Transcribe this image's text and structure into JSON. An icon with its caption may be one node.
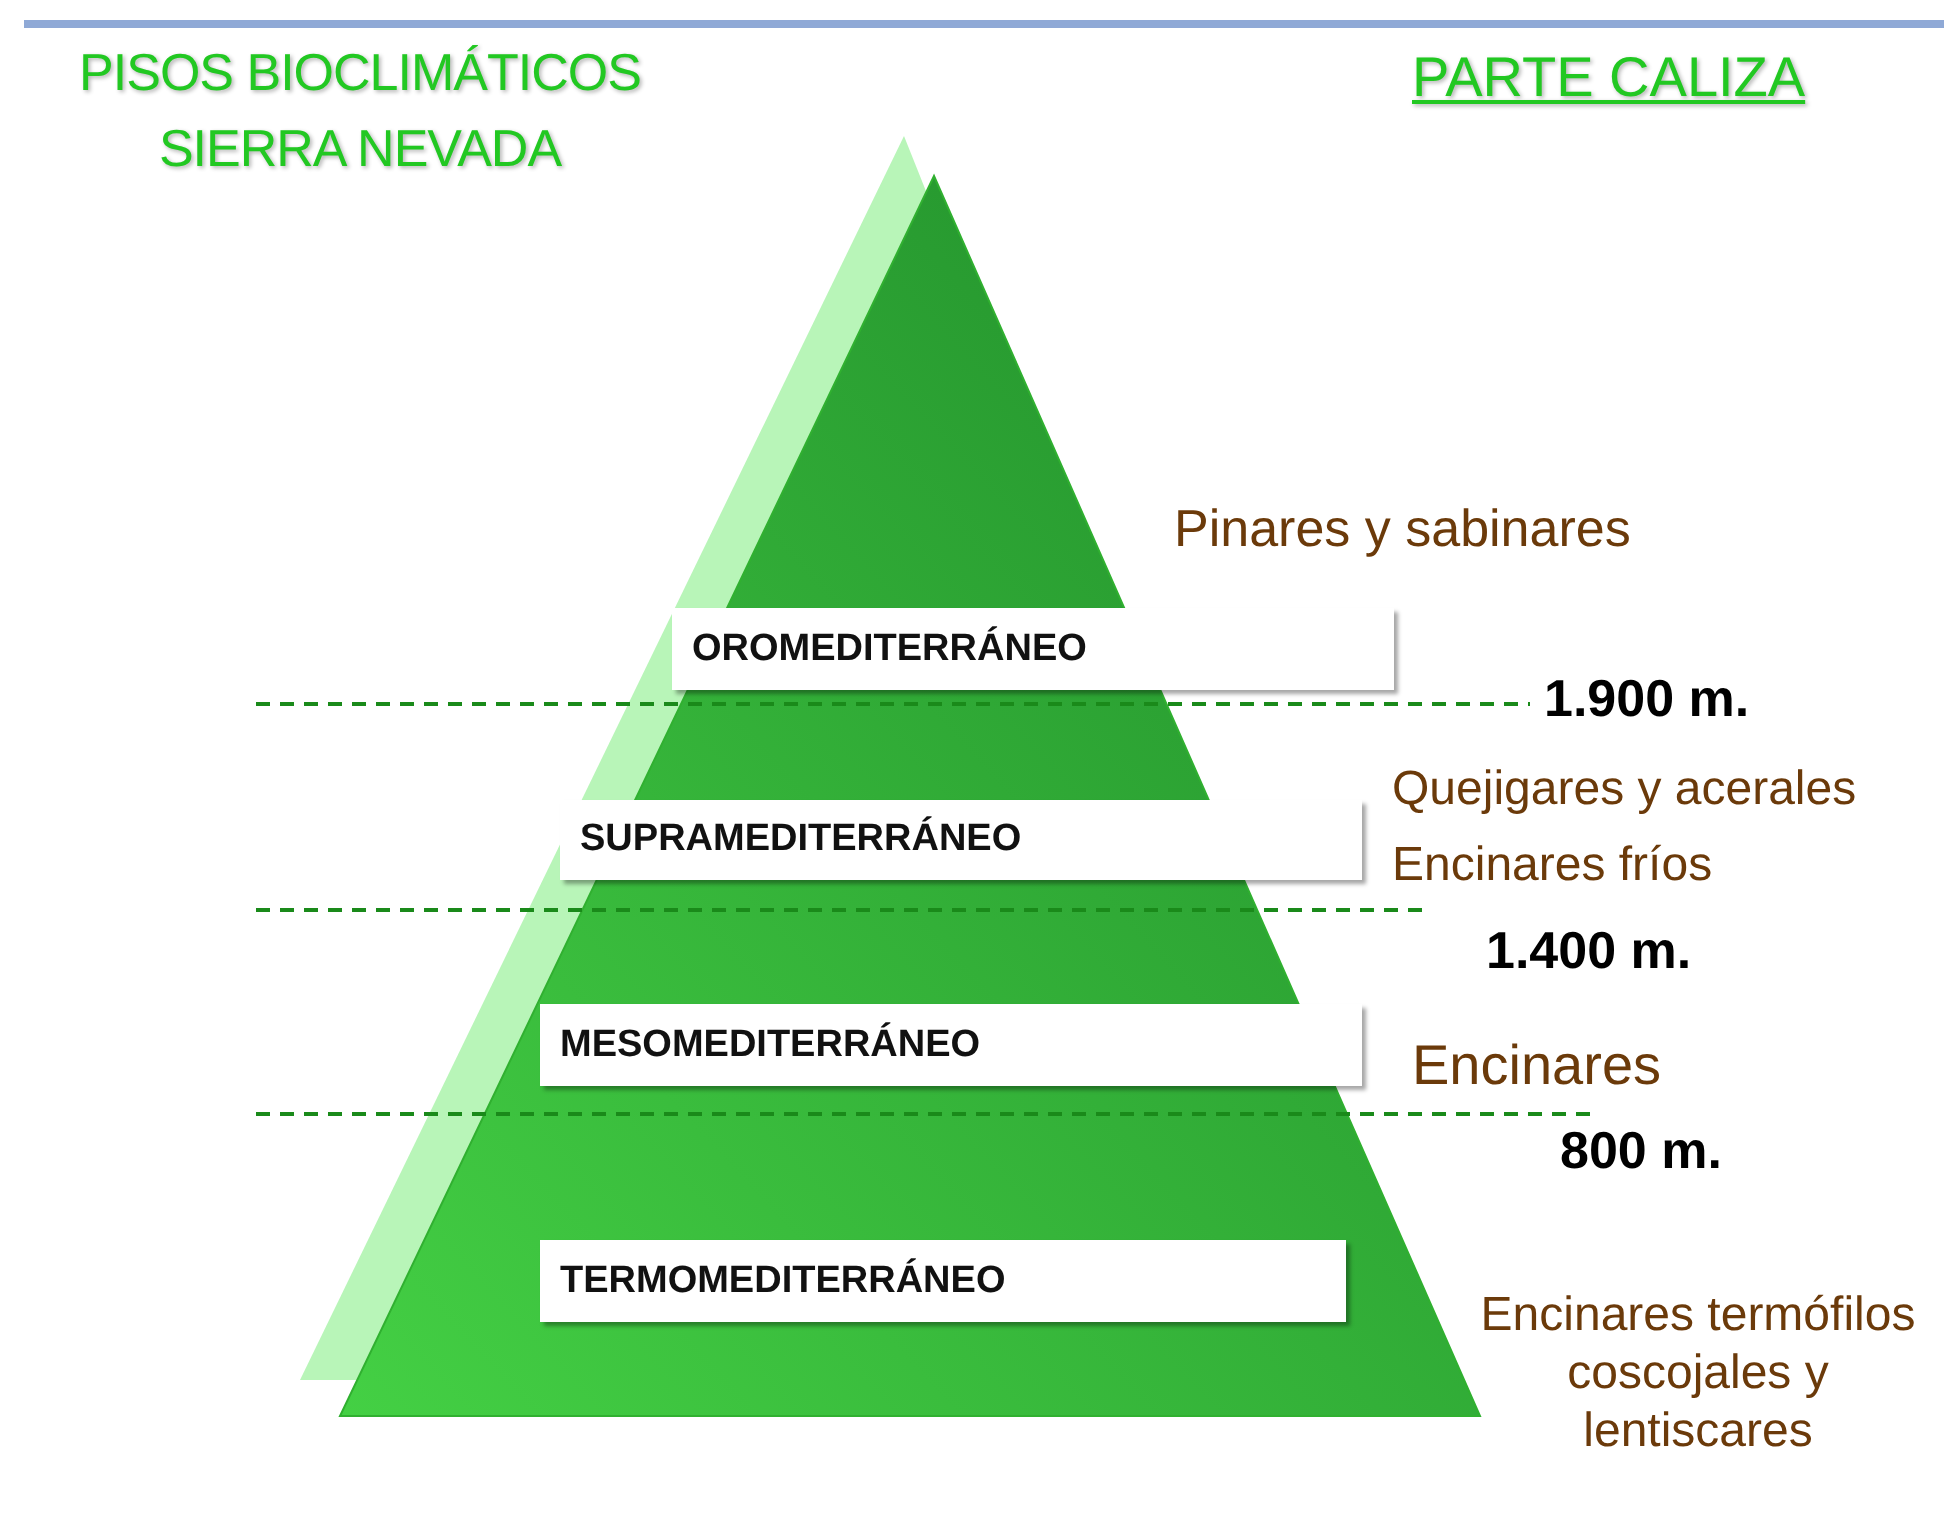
{
  "diagram": {
    "title": "PISOS BIOCLIMÁTICOS SIERRA NEVADA",
    "nodes": [
      {
        "text": [
          "OROMEDITERRÁNEO"
        ]
      },
      {
        "text": [
          "SUPRAMEDITERRÁNEO"
        ]
      },
      {
        "text": [
          "MESOMEDITERRÁNEO"
        ]
      },
      {
        "text": [
          "TERMOMEDITERRÁNEO"
        ]
      }
    ],
    "labels": [
      "PARTE CALIZA",
      "Pinares y sabinares",
      "1.900 m.",
      "Quejigares y acerales",
      "Encinares fríos",
      "1.400 m.",
      "Encinares",
      "800 m.",
      "Encinares termófilos coscojales y lentiscares"
    ]
  }
}
